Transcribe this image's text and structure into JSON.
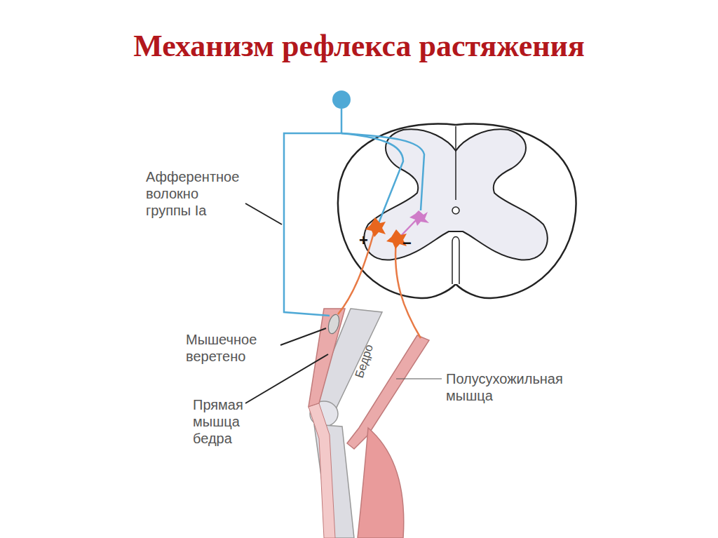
{
  "diagram": {
    "title": "Механизм рефлекса растяжения",
    "labels": [
      "Афферентное волокно группы Ia",
      "Мышечное веретено",
      "Прямая мышца бедра",
      "Полусухожильная мышца",
      "Бедро",
      "+",
      "−"
    ]
  }
}
